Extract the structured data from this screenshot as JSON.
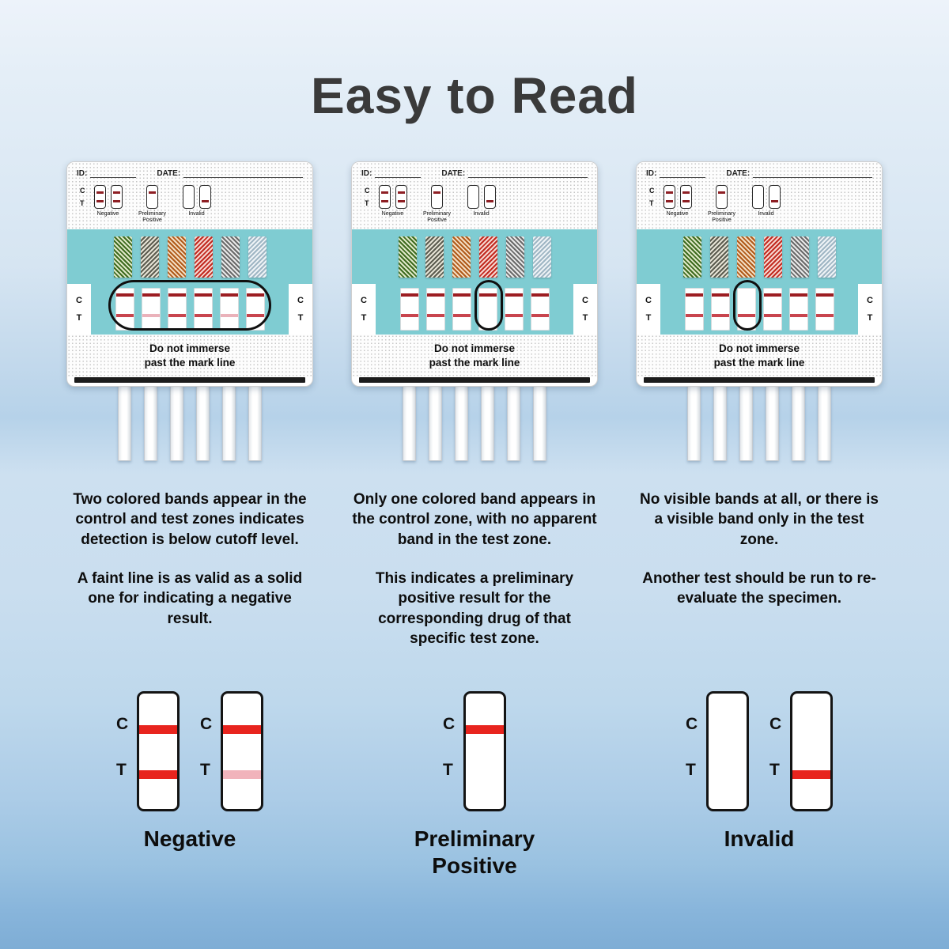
{
  "title": "Easy to Read",
  "device": {
    "id_label": "ID:",
    "date_label": "DATE:",
    "c_label": "C",
    "t_label": "T",
    "printed_results": [
      "Negative",
      "Preliminary Positive",
      "Invalid"
    ],
    "immerse_line1": "Do not immerse",
    "immerse_line2": "past the mark line"
  },
  "devices": [
    {
      "name": "negative-example",
      "strip_windows": [
        "CT",
        "Ct",
        "CT",
        "CT",
        "Ct",
        "CT"
      ],
      "highlight": "all"
    },
    {
      "name": "preliminary-positive-example",
      "strip_windows": [
        "CT",
        "CT",
        "CT",
        "C",
        "CT",
        "CT"
      ],
      "highlight": 3
    },
    {
      "name": "invalid-example",
      "strip_windows": [
        "CT",
        "CT",
        "T",
        "CT",
        "CT",
        "CT"
      ],
      "highlight": 2
    }
  ],
  "descriptions": [
    {
      "paragraphs": [
        "Two colored bands appear in the control and test zones indicates detection is below cutoff level.",
        "A faint line is as valid as a solid one for indicating a negative result."
      ]
    },
    {
      "paragraphs": [
        "Only one colored band appears in the control zone, with no apparent band in the test zone.",
        "This indicates a preliminary positive result for the corresponding drug of that specific test zone."
      ]
    },
    {
      "paragraphs": [
        "No visible bands at all, or there is a visible band only in the test zone.",
        "Another test should be run to re-evaluate the specimen."
      ]
    }
  ],
  "legend": [
    {
      "label": "Negative",
      "strips": [
        {
          "c": "solid",
          "t": "solid"
        },
        {
          "c": "solid",
          "t": "faint"
        }
      ]
    },
    {
      "label": "Preliminary Positive",
      "strips": [
        {
          "c": "solid",
          "t": "none"
        }
      ]
    },
    {
      "label": "Invalid",
      "strips": [
        {
          "c": "none",
          "t": "none"
        },
        {
          "c": "none",
          "t": "solid"
        }
      ]
    }
  ],
  "colors": {
    "accent_teal": "#7fccd2",
    "legend_line_red": "#e8241e",
    "legend_line_faint": "#f1b3bb",
    "strip_line_dark": "#9c1d22",
    "background_top": "#edf3fa",
    "background_bottom": "#7eadd5"
  }
}
